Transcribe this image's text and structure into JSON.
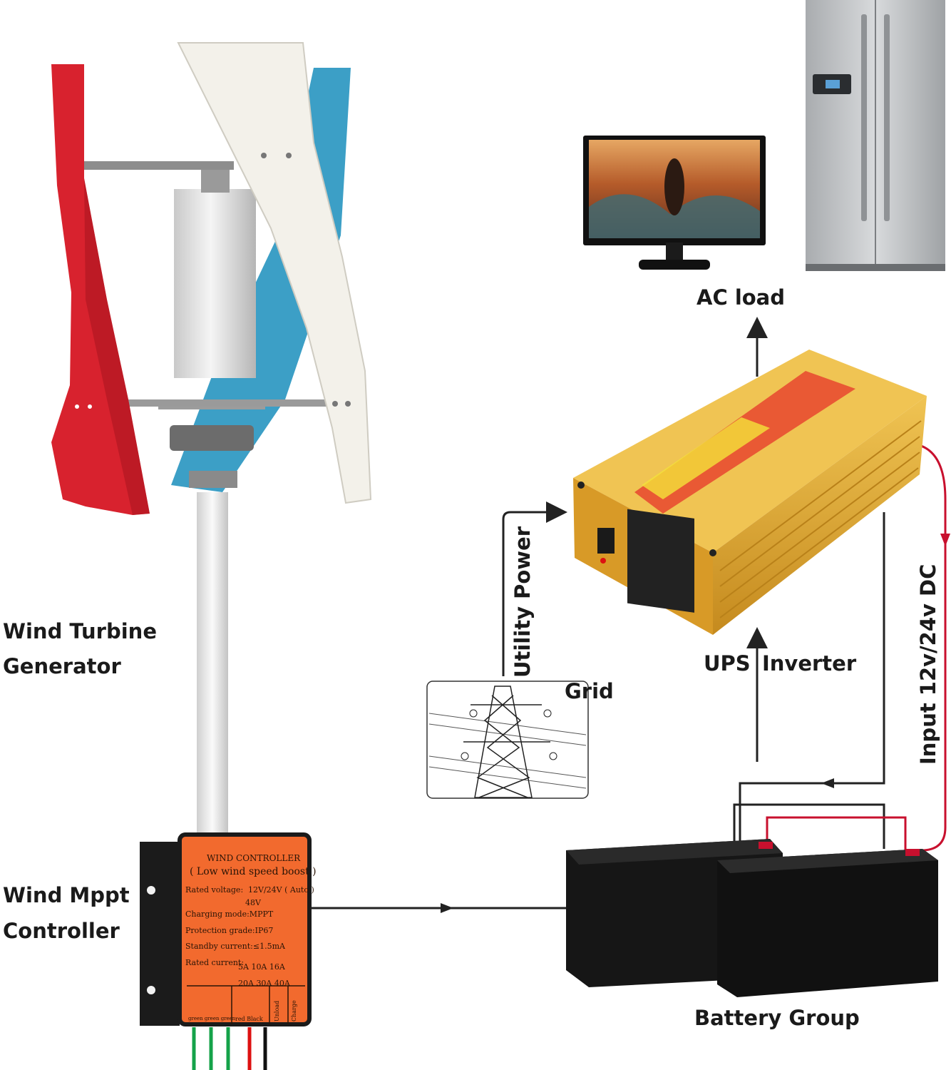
{
  "labels": {
    "wind_turbine_line1": "Wind Turbine",
    "wind_turbine_line2": "Generator",
    "mppt_line1": "Wind Mppt",
    "mppt_line2": "Controller",
    "ac_load": "AC load",
    "utility_power": "Utility Power",
    "grid": "Grid",
    "ups": "UPS",
    "inverter": "Inverter",
    "input_dc": "Input 12v/24v DC",
    "battery_group": "Battery Group"
  },
  "controller": {
    "title": "WIND CONTROLLER",
    "subtitle": "( Low wind speed boost )",
    "rated_voltage": "Rated voltage:",
    "voltage_opt1": "12V/24V ( Auto )",
    "voltage_opt2": "48V",
    "charging_mode": "Charging mode:MPPT",
    "protection": "Protection grade:IP67",
    "standby": "Standby current:≤1.5mA",
    "rated_current": "Rated current:",
    "current_row1": "5A  10A  16A",
    "current_row2": "20A  30A  40A",
    "wires_left": "green green green",
    "wires_right": "red  Black",
    "unload": "Unload",
    "charge": "Charge"
  },
  "colors": {
    "blade_red": "#d8222e",
    "blade_blue": "#3c9fc6",
    "blade_white": "#f3f1ea",
    "controller_orange": "#f26a2e",
    "inverter_gold": "#e3aa32",
    "dc_wire_red": "#c8102e",
    "wire_black": "#222222"
  },
  "icons": [
    "refrigerator-icon",
    "tv-monitor-icon",
    "power-pylon-icon",
    "battery-icon",
    "inverter-icon",
    "wind-turbine-icon"
  ]
}
